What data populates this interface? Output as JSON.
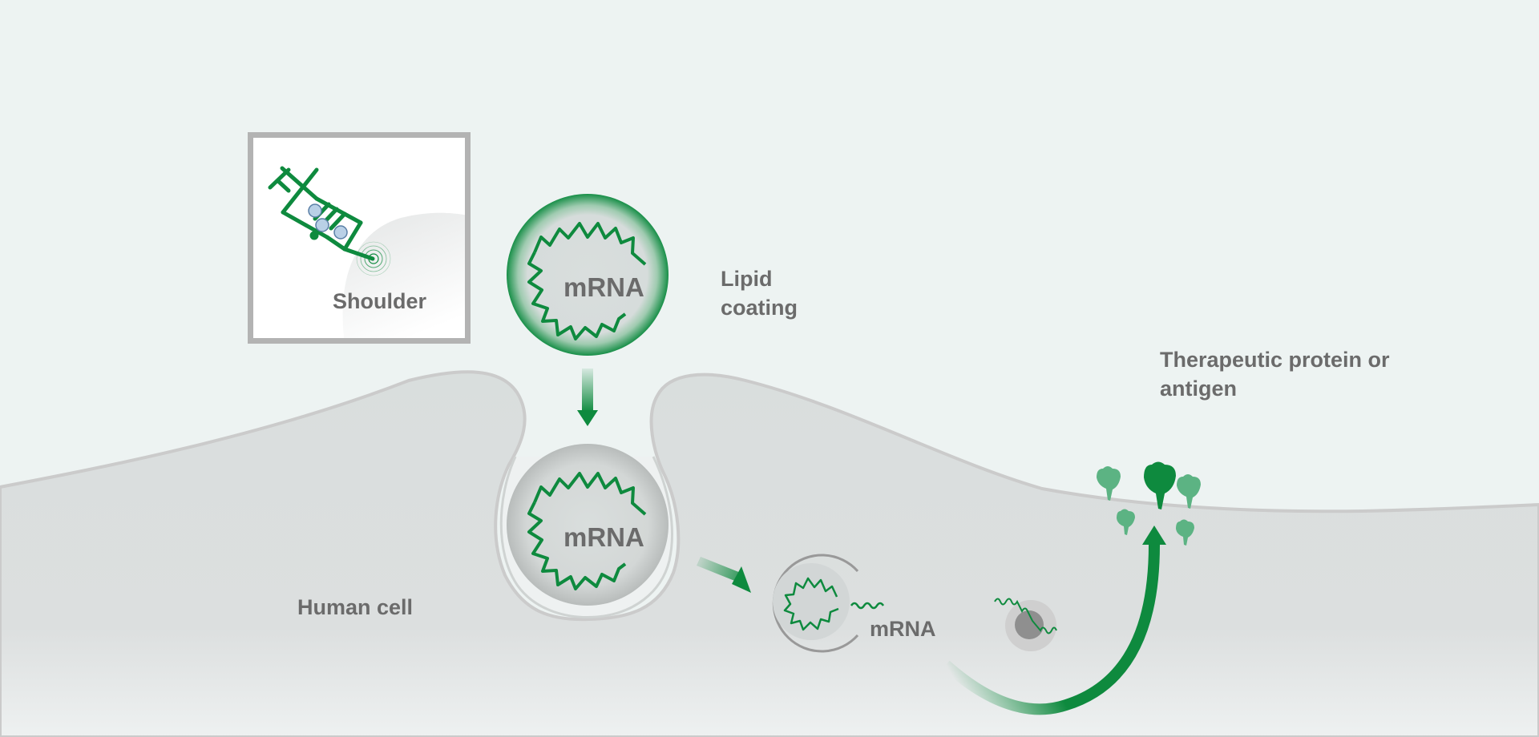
{
  "labels": {
    "shoulder": "Shoulder",
    "mrna_particle": "mRNA",
    "lipid_line1": "Lipid",
    "lipid_line2": "coating",
    "mrna_internalized": "mRNA",
    "human_cell": "Human cell",
    "mrna_released": "mRNA",
    "protein_line1": "Therapeutic protein or",
    "protein_line2": "antigen"
  },
  "colors": {
    "background": "#edf3f2",
    "cell": "#d8dedd",
    "cell_edge": "#cbcbcb",
    "accent_green": "#0e8a3e",
    "light_green": "#5cb383",
    "label_gray": "#6b6b6b",
    "frame_gray": "#b3b3b3"
  },
  "icons": {
    "syringe": "syringe-icon",
    "nanoparticle": "lipid-nanoparticle-icon",
    "ribosome": "ribosome-icon",
    "protein": "protein-icon"
  }
}
